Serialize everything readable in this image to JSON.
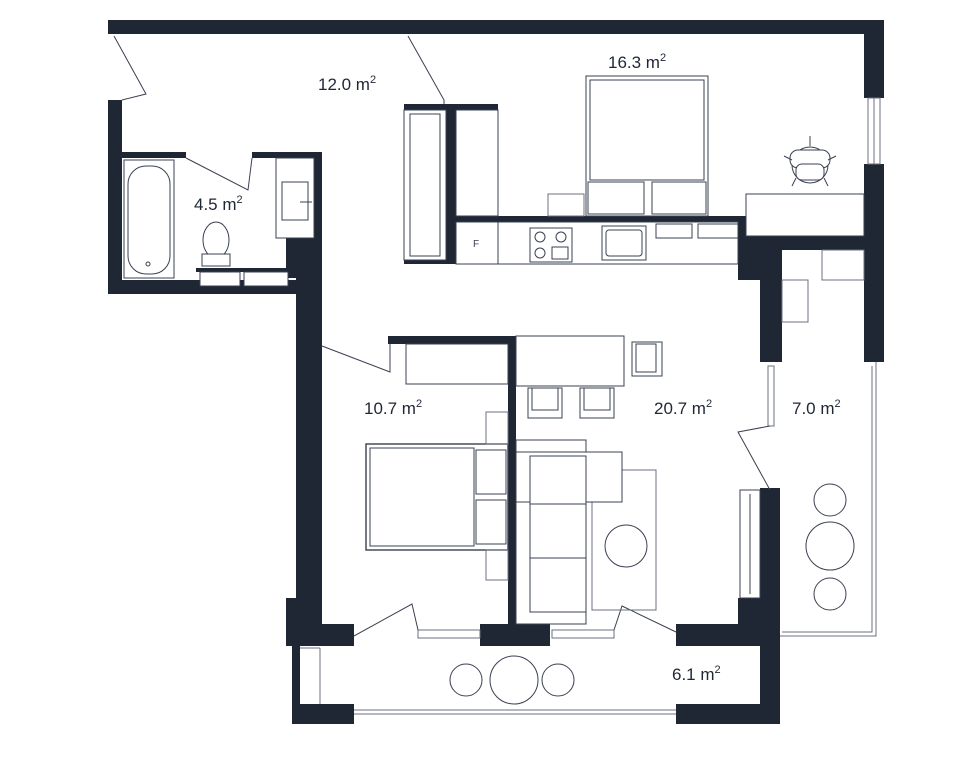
{
  "rooms": {
    "entrance": {
      "value": "12.0 m",
      "sup": "2"
    },
    "bathroom": {
      "value": "4.5 m",
      "sup": "2"
    },
    "kitchen": {
      "value": "16.3 m",
      "sup": "2"
    },
    "bedroom": {
      "value": "10.7 m",
      "sup": "2"
    },
    "living": {
      "value": "20.7 m",
      "sup": "2"
    },
    "balcony_right": {
      "value": "7.0 m",
      "sup": "2"
    },
    "balcony_bottom": {
      "value": "6.1 m",
      "sup": "2"
    }
  },
  "appliances": {
    "fridge_label": "F"
  },
  "colors": {
    "wall": "#1f2634",
    "line": "#3a4050",
    "background": "#ffffff"
  }
}
